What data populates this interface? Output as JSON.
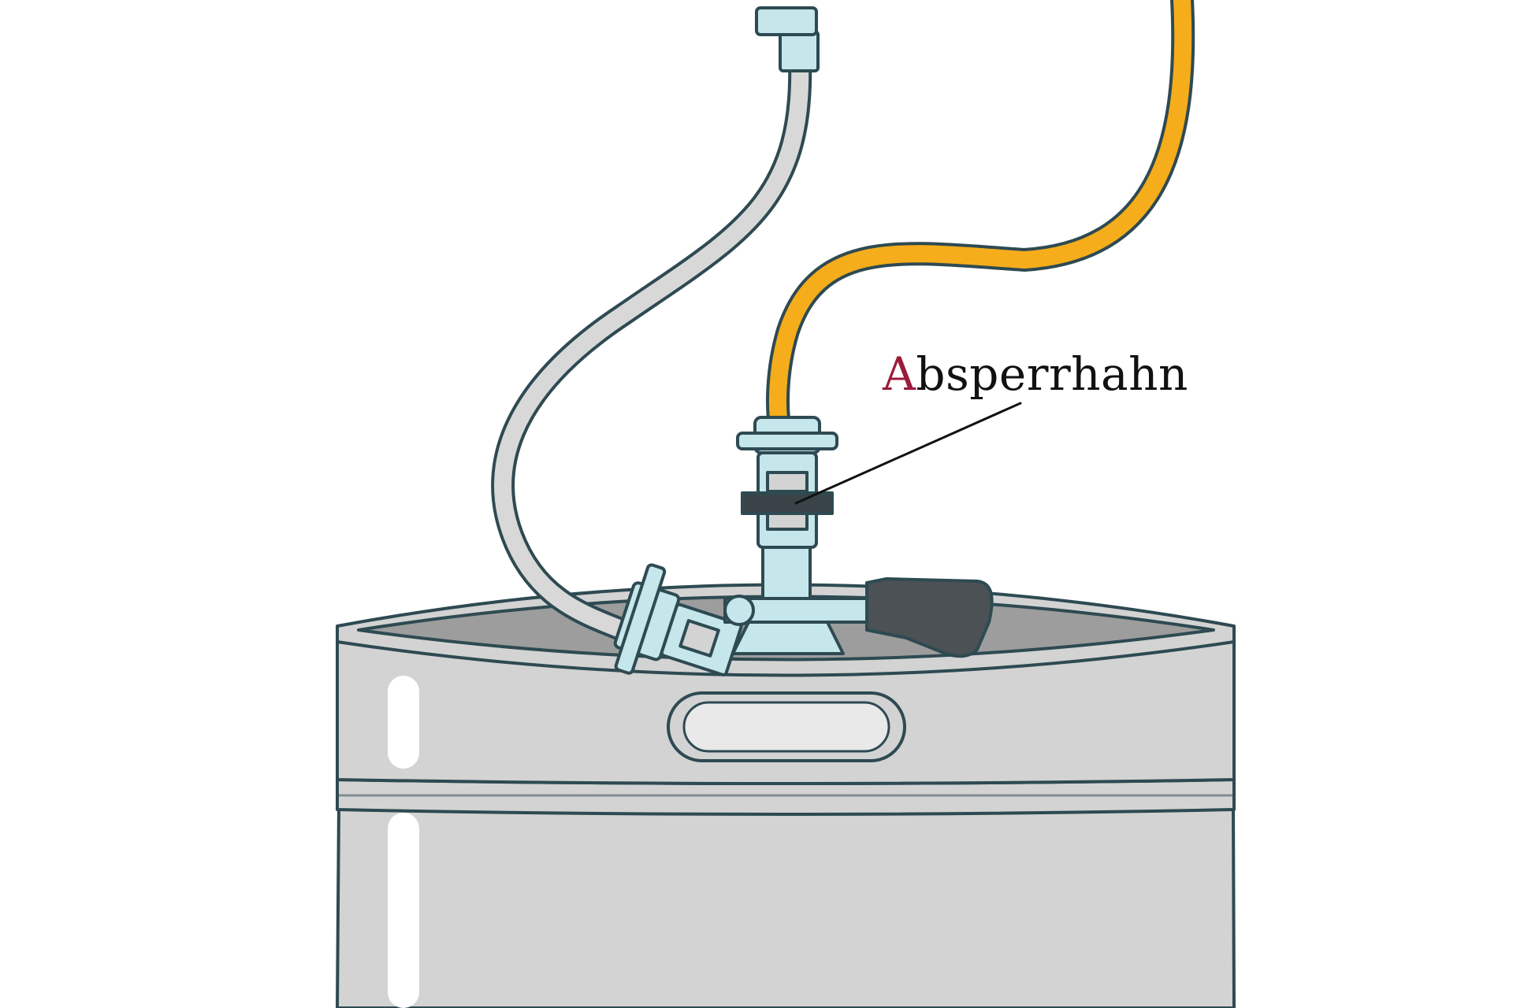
{
  "callout": {
    "initial": "A",
    "rest": "bsperrhahn"
  },
  "colors": {
    "outline": "#2e4a52",
    "keg_body": "#d3d3d3",
    "keg_inner": "#9d9d9d",
    "gas_hose": "#d8d8d8",
    "beer_hose": "#f5ad1b",
    "coupler": "#c5e6ea",
    "handle": "#4b5154",
    "valve_band": "#3a4448",
    "highlight": "#ffffff",
    "initial_letter": "#9b1c3a"
  },
  "icons": [
    "keg",
    "gas-hose",
    "beer-hose",
    "keg-coupler",
    "shutoff-valve",
    "coupler-handle"
  ]
}
